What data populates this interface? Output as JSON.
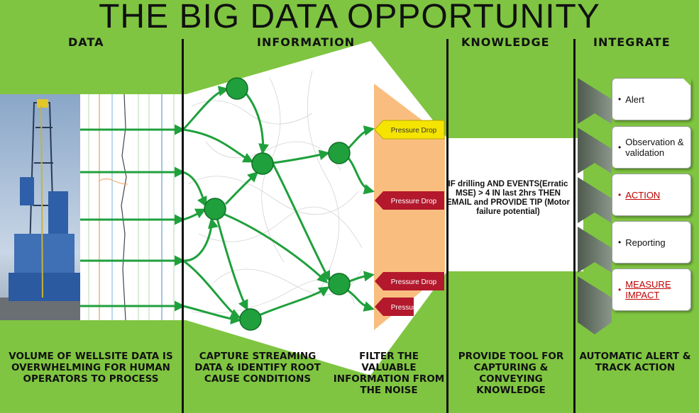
{
  "title": "THE BIG DATA OPPORTUNITY",
  "columns": {
    "data": "DATA",
    "information": "INFORMATION",
    "knowledge": "KNOWLEDGE",
    "integrate": "INTEGRATE"
  },
  "bottom": {
    "col1": "VOLUME OF WELLSITE DATA IS OVERWHELMING FOR HUMAN OPERATORS TO PROCESS",
    "col2": "CAPTURE STREAMING DATA & IDENTIFY ROOT CAUSE CONDITIONS",
    "col3": "FILTER THE VALUABLE INFORMATION FROM THE NOISE",
    "col4": "PROVIDE TOOL FOR CAPTURING & CONVEYING KNOWLEDGE",
    "col5": "AUTOMATIC ALERT & TRACK ACTION"
  },
  "flags": [
    "Pressure Drop",
    "Pressure Drop",
    "Pressure Drop",
    "Pressure Drop"
  ],
  "rule": "IF drilling AND EVENTS(Erratic MSE) > 4 IN last 2hrs  THEN EMAIL and PROVIDE TIP (Motor failure potential)",
  "steps": [
    {
      "label": "Alert",
      "style": "normal"
    },
    {
      "label": "Observation & validation",
      "style": "normal"
    },
    {
      "label": "ACTION",
      "style": "link"
    },
    {
      "label": "Reporting",
      "style": "normal"
    },
    {
      "label": "MEASURE IMPACT",
      "style": "link"
    }
  ],
  "colors": {
    "background": "#7fc541",
    "node": "#1fa03c",
    "flag_yellow": "#f5e400",
    "flag_red": "#b3182c",
    "filter_band": "#f9be7f",
    "chevron": "#6b7a6b",
    "link_red": "#c00000"
  }
}
